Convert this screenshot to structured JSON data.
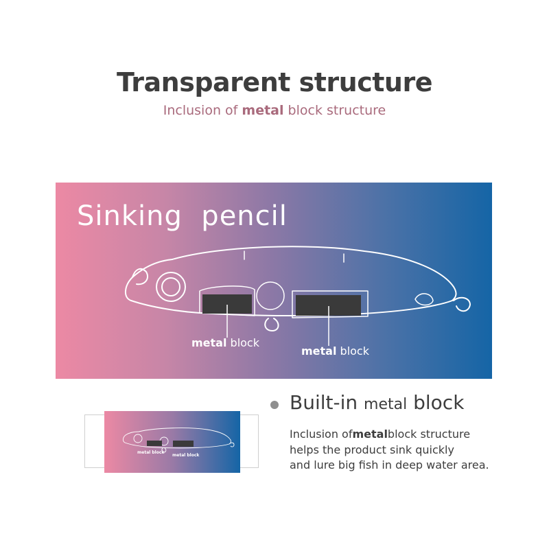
{
  "header": {
    "title": "Transparent structure",
    "subtitle_before": "Inclusion of ",
    "subtitle_emph": "metal",
    "subtitle_after": " block structure"
  },
  "banner": {
    "title": "Sinking  pencil",
    "callout_1_emph": "metal",
    "callout_1_rest": " block",
    "callout_2_emph": "metal",
    "callout_2_rest": " block",
    "gradient_start": "#ec89a4",
    "gradient_end": "#1565a6"
  },
  "thumbnail": {
    "label_1_emph": "metal",
    "label_1_rest": " block",
    "label_2_emph": "metal",
    "label_2_rest": " block"
  },
  "feature": {
    "title_before": "Built-in ",
    "title_small": "metal",
    "title_after": " block",
    "line1_before": "Inclusion of",
    "line1_emph": "metal",
    "line1_after": "block structure",
    "line2": "helps the product sink quickly",
    "line3": "and lure big fish in deep water area."
  },
  "colors": {
    "title": "#3d3d3d",
    "subtitle": "#a96a7c",
    "bullet": "#8f8f8f",
    "metal_block": "#3a3a3a"
  }
}
